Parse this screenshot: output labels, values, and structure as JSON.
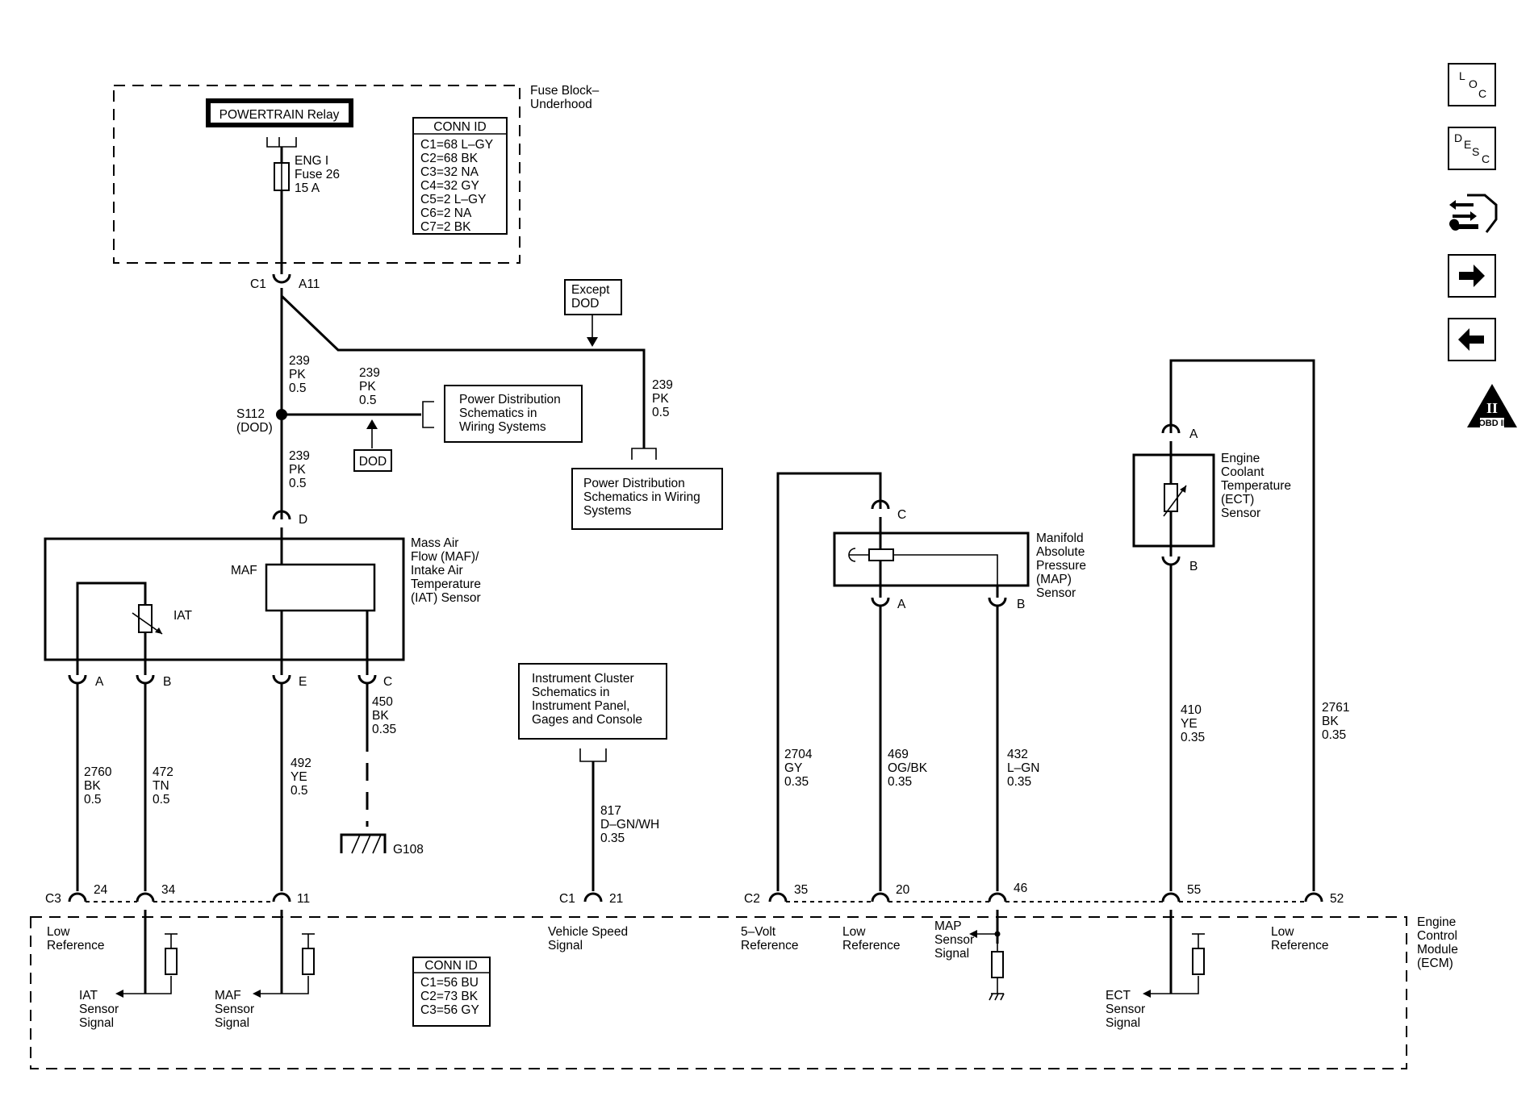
{
  "fuse_block": {
    "label": [
      "Fuse Block–",
      "Underhood"
    ],
    "relay": "POWERTRAIN Relay",
    "fuse": [
      "ENG I",
      "Fuse 26",
      "15 A"
    ],
    "conn_title": "CONN ID",
    "conn": [
      "C1=68 L–GY",
      "C2=68 BK",
      "C3=32 NA",
      "C4=32 GY",
      "C5=2 L–GY",
      "C6=2 NA",
      "C7=2 BK"
    ]
  },
  "pins": {
    "fb_c1": "C1",
    "fb_a11": "A11",
    "maf_d": "D",
    "maf_a": "A",
    "maf_b": "B",
    "maf_e": "E",
    "maf_c": "C",
    "map_c": "C",
    "map_a": "A",
    "map_b": "B",
    "ect_a": "A",
    "ect_b": "B",
    "ecm_c3": "C3",
    "ecm_24": "24",
    "ecm_34": "34",
    "ecm_11": "11",
    "ecm_c1": "C1",
    "ecm_21": "21",
    "ecm_c2": "C2",
    "ecm_35": "35",
    "ecm_20": "20",
    "ecm_46": "46",
    "ecm_55": "55",
    "ecm_52": "52"
  },
  "wires": {
    "w239_top": [
      "239",
      "PK",
      "0.5"
    ],
    "w239_branch": [
      "239",
      "PK",
      "0.5"
    ],
    "w239_bottom": [
      "239",
      "PK",
      "0.5"
    ],
    "w239_right": [
      "239",
      "PK",
      "0.5"
    ],
    "w2760": [
      "2760",
      "BK",
      "0.5"
    ],
    "w472": [
      "472",
      "TN",
      "0.5"
    ],
    "w492": [
      "492",
      "YE",
      "0.5"
    ],
    "w450": [
      "450",
      "BK",
      "0.35"
    ],
    "w817": [
      "817",
      "D–GN/WH",
      "0.35"
    ],
    "w2704": [
      "2704",
      "GY",
      "0.35"
    ],
    "w469": [
      "469",
      "OG/BK",
      "0.35"
    ],
    "w432": [
      "432",
      "L–GN",
      "0.35"
    ],
    "w410": [
      "410",
      "YE",
      "0.35"
    ],
    "w2761": [
      "2761",
      "BK",
      "0.35"
    ]
  },
  "splice": [
    "S112",
    "(DOD)"
  ],
  "except_dod": [
    "Except",
    "DOD"
  ],
  "dod": "DOD",
  "power_dist_1": [
    "Power Distribution",
    "Schematics in",
    "Wiring Systems"
  ],
  "power_dist_2": [
    "Power Distribution",
    "Schematics in Wiring",
    "Systems"
  ],
  "instrument_cluster": [
    "Instrument Cluster",
    "Schematics in",
    "Instrument Panel,",
    "Gages and Console"
  ],
  "maf_sensor": {
    "label": [
      "Mass Air",
      "Flow (MAF)/",
      "Intake Air",
      "Temperature",
      "(IAT) Sensor"
    ],
    "maf": "MAF",
    "iat": "IAT"
  },
  "map_sensor": [
    "Manifold",
    "Absolute",
    "Pressure",
    "(MAP)",
    "Sensor"
  ],
  "ect_sensor": [
    "Engine",
    "Coolant",
    "Temperature",
    "(ECT)",
    "Sensor"
  ],
  "ground": "G108",
  "ecm": {
    "label": [
      "Engine",
      "Control",
      "Module",
      "(ECM)"
    ],
    "low_ref_1": [
      "Low",
      "Reference"
    ],
    "iat_signal": [
      "IAT",
      "Sensor",
      "Signal"
    ],
    "maf_signal": [
      "MAF",
      "Sensor",
      "Signal"
    ],
    "vss": [
      "Vehicle Speed",
      "Signal"
    ],
    "five_volt": [
      "5–Volt",
      "Reference"
    ],
    "low_ref_2": [
      "Low",
      "Reference"
    ],
    "map_signal": [
      "MAP",
      "Sensor",
      "Signal"
    ],
    "ect_signal": [
      "ECT",
      "Sensor",
      "Signal"
    ],
    "low_ref_3": [
      "Low",
      "Reference"
    ],
    "conn_title": "CONN ID",
    "conn": [
      "C1=56 BU",
      "C2=73 BK",
      "C3=56 GY"
    ]
  },
  "nav": {
    "loc": [
      "L",
      "O",
      "C"
    ],
    "desc": [
      "D",
      "E",
      "S",
      "C"
    ],
    "obd": [
      "II",
      "OBD II"
    ]
  }
}
